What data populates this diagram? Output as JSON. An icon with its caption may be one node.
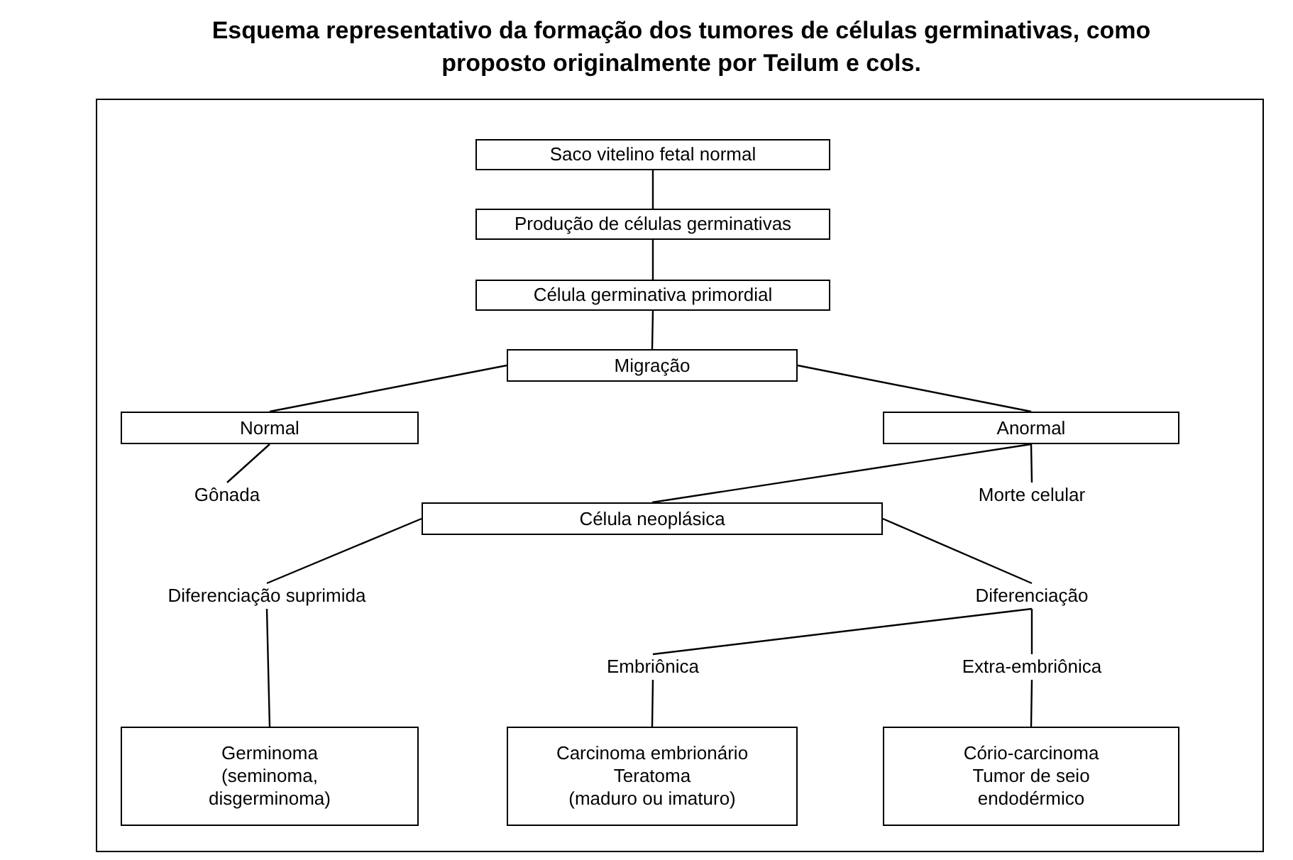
{
  "diagram": {
    "title": "Esquema representativo da formação dos tumores de células germinativas, como proposto originalmente por Teilum e cols.",
    "nodes": [
      {
        "text": [
          "Saco vitelino fetal normal"
        ]
      },
      {
        "text": [
          "Produção de células germinativas"
        ]
      },
      {
        "text": [
          "Célula germinativa primordial"
        ]
      },
      {
        "text": [
          "Migração"
        ]
      },
      {
        "text": [
          "Normal"
        ]
      },
      {
        "text": [
          "Anormal"
        ]
      },
      {
        "text": [
          "Gônada"
        ]
      },
      {
        "text": [
          "Morte celular"
        ]
      },
      {
        "text": [
          "Célula neoplásica"
        ]
      },
      {
        "text": [
          "Diferenciação suprimida"
        ]
      },
      {
        "text": [
          "Diferenciação"
        ]
      },
      {
        "text": [
          "Embriônica"
        ]
      },
      {
        "text": [
          "Extra-embriônica"
        ]
      },
      {
        "text": [
          "Germinoma",
          "(seminoma, disgerminoma)"
        ]
      },
      {
        "text": [
          "Carcinoma embrionário",
          "Teratoma",
          "(maduro ou imaturo)"
        ]
      },
      {
        "text": [
          "Cório-carcinoma",
          "Tumor de seio endodérmico"
        ]
      }
    ],
    "edges": [
      {
        "from": 0,
        "to": 1,
        "arrow": "none"
      },
      {
        "from": 1,
        "to": 2,
        "arrow": "none"
      },
      {
        "from": 2,
        "to": 3,
        "arrow": "none"
      },
      {
        "from": 3,
        "to": 4,
        "arrow": "none"
      },
      {
        "from": 3,
        "to": 5,
        "arrow": "none"
      },
      {
        "from": 4,
        "to": 6,
        "arrow": "none"
      },
      {
        "from": 5,
        "to": 7,
        "arrow": "none"
      },
      {
        "from": 5,
        "to": 8,
        "arrow": "none"
      },
      {
        "from": 8,
        "to": 9,
        "arrow": "none"
      },
      {
        "from": 8,
        "to": 10,
        "arrow": "none"
      },
      {
        "from": 9,
        "to": 13,
        "arrow": "none"
      },
      {
        "from": 10,
        "to": 11,
        "arrow": "none"
      },
      {
        "from": 10,
        "to": 12,
        "arrow": "none"
      },
      {
        "from": 11,
        "to": 14,
        "arrow": "none"
      },
      {
        "from": 12,
        "to": 15,
        "arrow": "none"
      }
    ]
  }
}
